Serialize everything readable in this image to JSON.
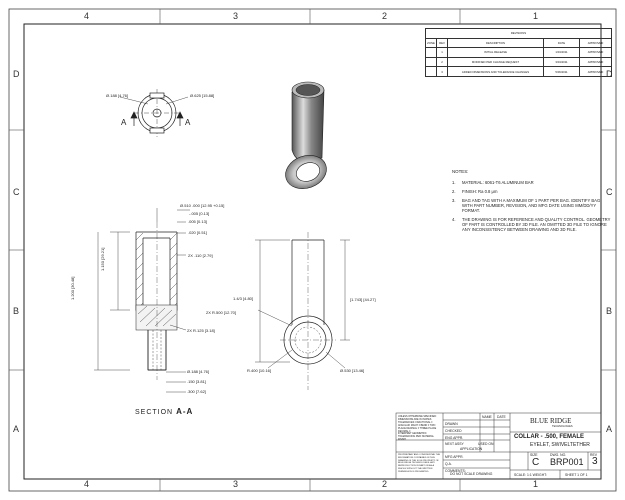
{
  "border": {
    "top_zones": [
      "4",
      "3",
      "2",
      "1"
    ],
    "bottom_zones": [
      "4",
      "3",
      "2",
      "1"
    ],
    "left_zones": [
      "D",
      "C",
      "B",
      "A"
    ],
    "right_zones": [
      "D",
      "C",
      "B",
      "A"
    ]
  },
  "revisions": {
    "title": "REVISIONS",
    "headers": [
      "ZONE",
      "REV",
      "DESCRIPTION",
      "DATE",
      "APPROVED"
    ],
    "rows": [
      [
        "",
        "1",
        "INITIAL RELEASE",
        "1/04/2011",
        "APPROVED"
      ],
      [
        "",
        "2",
        "MODIFIED PER CHANGE REQUEST",
        "3/04/2011",
        "APPROVED"
      ],
      [
        "",
        "3",
        "ADDED DIMENSIONS AND TOLERANCE CHANGES",
        "5/06/2011",
        "APPROVED"
      ]
    ]
  },
  "notes": {
    "heading": "NOTES:",
    "items": [
      {
        "num": "1.",
        "text": "MATERIAL: 6061-T6 ALUMINUM BAR"
      },
      {
        "num": "2.",
        "text": "FINISH: Ra 0.8 μm"
      },
      {
        "num": "3.",
        "text": "BAG AND TAG WITH A MAXIMUM OF 1 PART PER BAG. IDENTIFY BAG WITH PART NUMBER, REVISION, AND MFG DATE USING MM/DD/YY FORMAT."
      },
      {
        "num": "4.",
        "text": "THE DRAWING IS FOR REFERENCE AND QUALITY CONTROL. GEOMETRY OF PART IS CONTROLLED BY 3D FILE. AN OMITTED 3D FILE TO IGNORE ANY INCONSISTENCY BETWEEN DRAWING AND 3D FILE."
      }
    ]
  },
  "dimensions": {
    "top_left": "Ø.188 [4.76]",
    "top_right": "Ø.625 [15.88]",
    "sec_top": "Ø.510 .000 [12.95 +0.15]",
    "sec_top2": "-.005 [0.13]",
    "sec_a": ".005 [0.13]",
    "sec_b": ".020 [0.51]",
    "sec_c": "2X .110 [2.79]",
    "sec_len1": "1.150 [29.21]",
    "sec_len2": "1.200 [30.48]",
    "sec_chamfer": "2X R.125 [3.18]",
    "sec_bore": "Ø.188 [4.76]",
    "sec_w1": ".150 [3.81]",
    "sec_w2": ".300 [7.62]",
    "side_angle": "1.4/3 [4.80]",
    "side_r": "2X R.500 [12.70]",
    "side_len": "[1.743] [44.27]",
    "side_dia": "R.400 [10.16]",
    "side_dia2": "Ø.530 [13.46]"
  },
  "view_labels": {
    "section_arrow_left": "A",
    "section_arrow_right": "A",
    "section_word": "SECTION",
    "section_id": "A-A"
  },
  "title_block": {
    "company": "BLUE RIDGE",
    "company_sub": "TECHNOLOGIES",
    "title_line1": "COLLAR - .500, FEMALE",
    "title_line2": "EYELET, SWIVELTETHER",
    "size_label": "SIZE",
    "size": "C",
    "dwg_label": "DWG. NO.",
    "dwg_no": "BRP001",
    "rev_label": "REV",
    "rev": "3",
    "scale": "SCALE: 1:1  WEIGHT:",
    "sheet": "SHEET 1 OF 1",
    "left_notes": "UNLESS OTHERWISE SPECIFIED: DIMENSIONS ARE IN INCHES TOLERANCES: FRACTIONAL ± ANGULAR: MACH ± BEND ± TWO PLACE DECIMAL ± THREE PLACE DECIMAL ±",
    "left_notes2": "INTERPRET GEOMETRIC TOLERANCING PER: MATERIAL FINISH",
    "proprietary": "PROPRIETARY AND CONFIDENTIAL THE INFORMATION CONTAINED IN THIS DRAWING IS THE SOLE PROPERTY OF BLUE RIDGE TECHNOLOGIES. ANY REPRODUCTION IN PART OR AS A WHOLE WITHOUT THE WRITTEN PERMISSION IS PROHIBITED.",
    "next_assy": "NEXT ASSY",
    "used_on": "USED ON",
    "application": "APPLICATION",
    "do_not_scale": "DO NOT SCALE DRAWING",
    "rows": [
      [
        "",
        "NAME",
        "DATE"
      ],
      [
        "DRAWN",
        "",
        ""
      ],
      [
        "CHECKED",
        "",
        ""
      ],
      [
        "ENG APPR.",
        "",
        ""
      ],
      [
        "MFG APPR.",
        "",
        ""
      ],
      [
        "Q.A.",
        "",
        ""
      ],
      [
        "COMMENTS:",
        "",
        ""
      ]
    ]
  }
}
